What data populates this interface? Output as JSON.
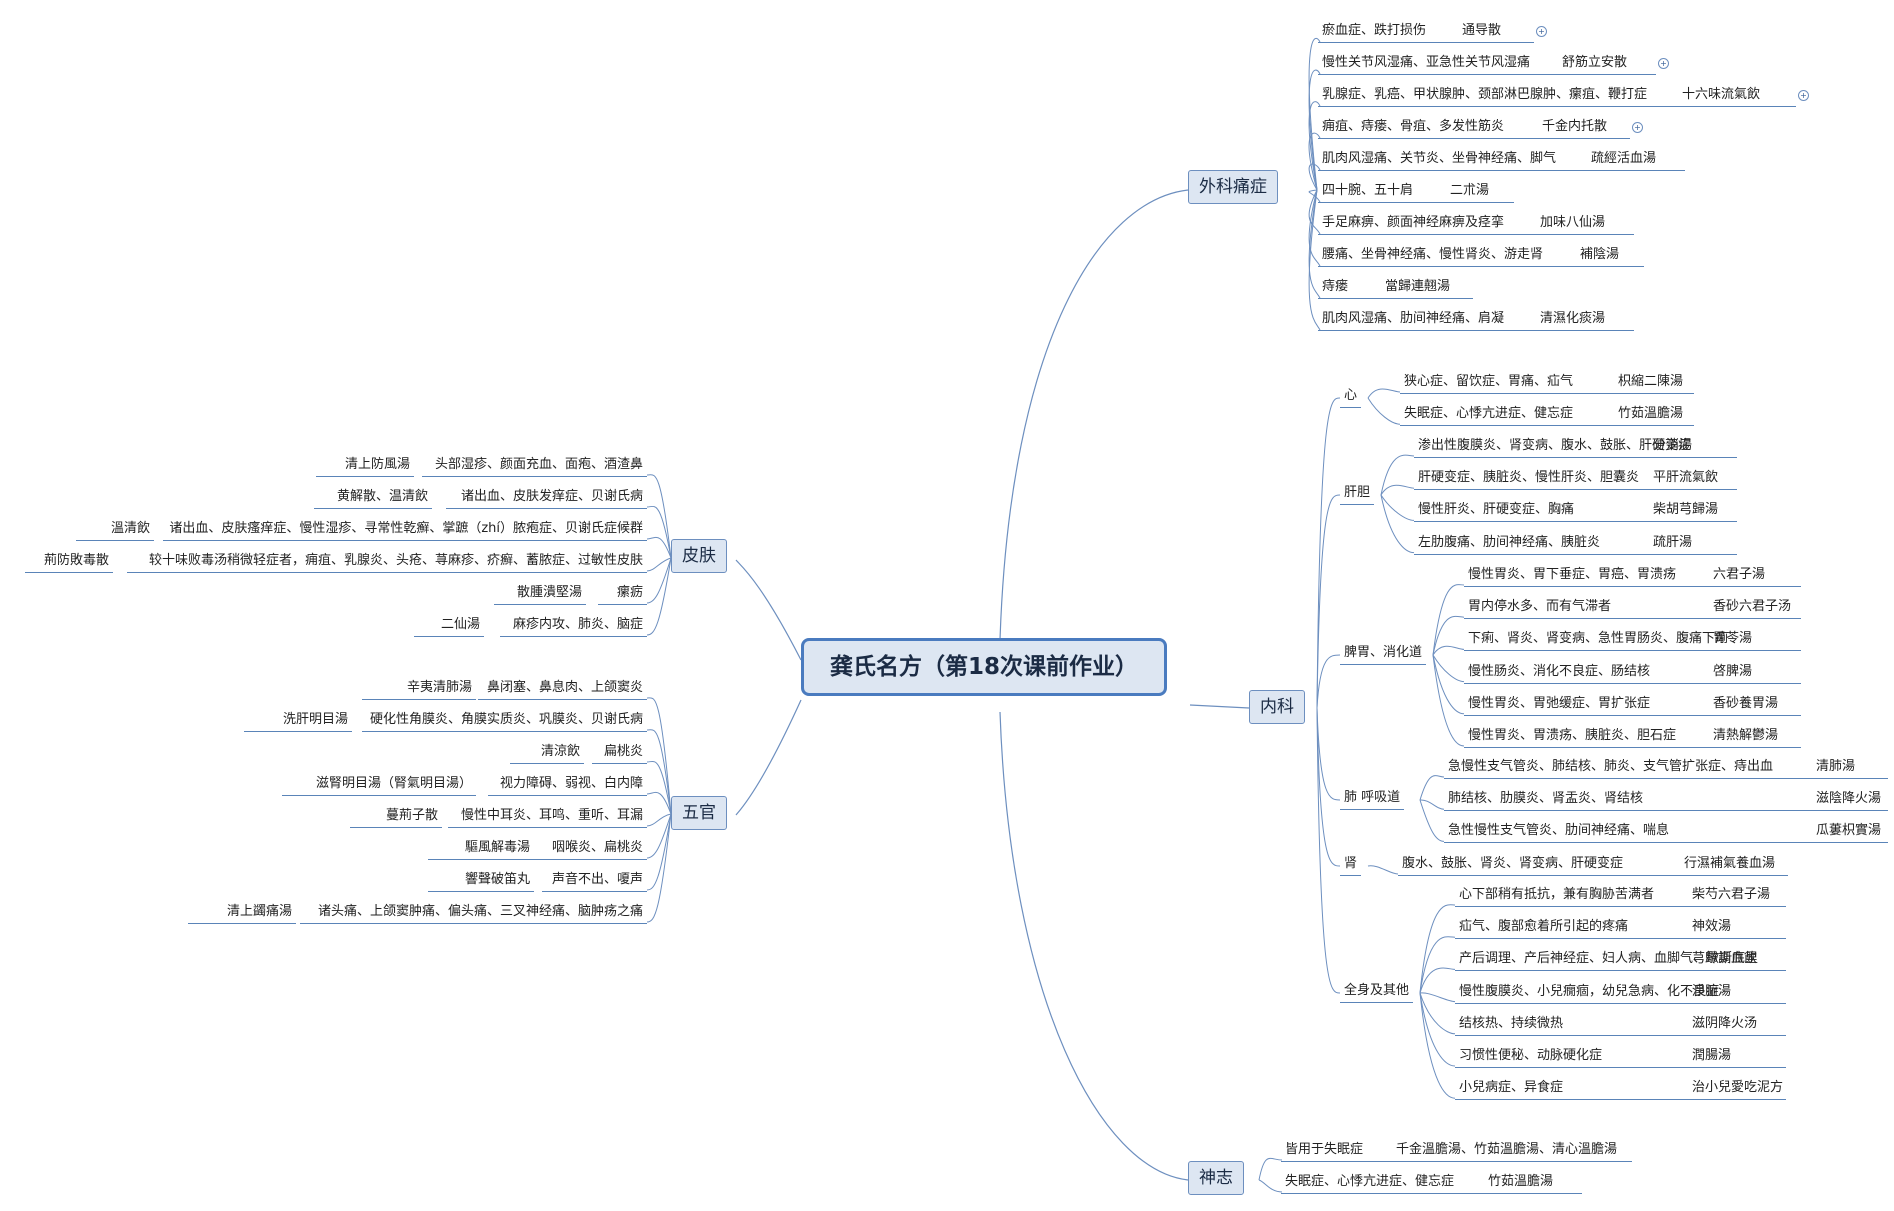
{
  "central_topic": "龚氏名方（第18次课前作业）",
  "colors": {
    "line": "#6d8fbf",
    "box_fill": "#dde6f2",
    "box_border": "#6d8fbf"
  },
  "branches": {
    "waike": {
      "label": "外科痛症",
      "items": [
        {
          "symptom": "瘀血症、跌打损伤",
          "formula": "通导散",
          "expand": true
        },
        {
          "symptom": "慢性关节风湿痛、亚急性关节风湿痛",
          "formula": "舒筋立安散",
          "expand": true
        },
        {
          "symptom": "乳腺症、乳癌、甲状腺肿、颈部淋巴腺肿、瘰疽、鞭打症",
          "formula": "十六味流氣飲",
          "expand": true
        },
        {
          "symptom": "痈疽、痔瘘、骨疽、多发性筋炎",
          "formula": "千金内托散",
          "expand": true
        },
        {
          "symptom": "肌肉风湿痛、关节炎、坐骨神经痛、脚气",
          "formula": "疏經活血湯"
        },
        {
          "symptom": "四十腕、五十肩",
          "formula": "二朮湯"
        },
        {
          "symptom": "手足麻痹、颜面神经麻痹及痉挛",
          "formula": "加味八仙湯"
        },
        {
          "symptom": "腰痛、坐骨神经痛、慢性肾炎、游走肾",
          "formula": "補陰湯"
        },
        {
          "symptom": "痔瘘",
          "formula": "當歸連翹湯"
        },
        {
          "symptom": "肌肉风湿痛、肋间神经痛、肩凝",
          "formula": "清濕化痰湯"
        }
      ]
    },
    "neike": {
      "label": "内科",
      "groups": [
        {
          "label": "心",
          "items": [
            {
              "symptom": "狭心症、留饮症、胃痛、疝气",
              "formula": "枳縮二陳湯"
            },
            {
              "symptom": "失眠症、心悸亢进症、健忘症",
              "formula": "竹茹溫膽湯"
            }
          ]
        },
        {
          "label": "肝胆",
          "items": [
            {
              "symptom": "渗出性腹膜炎、肾变病、腹水、鼓胀、肝硬变症",
              "formula": "分消湯"
            },
            {
              "symptom": "肝硬变症、胰脏炎、慢性肝炎、胆囊炎",
              "formula": "平肝流氣飲"
            },
            {
              "symptom": "慢性肝炎、肝硬变症、胸痛",
              "formula": "柴胡芎歸湯"
            },
            {
              "symptom": "左肋腹痛、肋间神经痛、胰脏炎",
              "formula": "疏肝湯"
            }
          ]
        },
        {
          "label": "脾胃、消化道",
          "items": [
            {
              "symptom": "慢性胃炎、胃下垂症、胃癌、胃溃疡",
              "formula": "六君子湯"
            },
            {
              "symptom": "胃内停水多、而有气滞者",
              "formula": "香砂六君子汤"
            },
            {
              "symptom": "下痢、肾炎、肾变病、急性胃肠炎、腹痛下痢",
              "formula": "胃苓湯"
            },
            {
              "symptom": "慢性肠炎、消化不良症、肠结核",
              "formula": "啓脾湯"
            },
            {
              "symptom": "慢性胃炎、胃弛缓症、胃扩张症",
              "formula": "香砂養胃湯"
            },
            {
              "symptom": "慢性胃炎、胃溃疡、胰脏炎、胆石症",
              "formula": "清熱解鬱湯"
            }
          ]
        },
        {
          "label": "肺 呼吸道",
          "items": [
            {
              "symptom": "急慢性支气管炎、肺结核、肺炎、支气管扩张症、痔出血",
              "formula": "清肺湯"
            },
            {
              "symptom": "肺结核、肋膜炎、肾盂炎、肾结核",
              "formula": "滋陰降火湯"
            },
            {
              "symptom": "急性慢性支气管炎、肋间神经痛、喘息",
              "formula": "瓜蔞枳實湯"
            }
          ]
        },
        {
          "label": "肾",
          "items": [
            {
              "symptom": "腹水、鼓胀、肾炎、肾变病、肝硬变症",
              "formula": "行濕補氣養血湯"
            }
          ]
        },
        {
          "label": "全身及其他",
          "items": [
            {
              "symptom": "心下部稍有抵抗，兼有胸胁苦满者",
              "formula": "柴芍六君子湯"
            },
            {
              "symptom": "疝气、腹部愈着所引起的疼痛",
              "formula": "神效湯"
            },
            {
              "symptom": "产后调理、产后神经症、妇人病、血脚气、歇斯底里",
              "formula": "芎歸調血飲"
            },
            {
              "symptom": "慢性腹膜炎、小兒癇痼，幼兒急病、化不良症",
              "formula": "淨腑湯"
            },
            {
              "symptom": "结核热、持续微热",
              "formula": "滋阴降火汤"
            },
            {
              "symptom": "习惯性便秘、动脉硬化症",
              "formula": "潤腸湯"
            },
            {
              "symptom": "小兒病症、异食症",
              "formula": "治小兒愛吃泥方"
            }
          ]
        }
      ]
    },
    "shenzhi": {
      "label": "神志",
      "items": [
        {
          "symptom": "皆用于失眠症",
          "formula": "千金溫膽湯、竹茹溫膽湯、清心溫膽湯"
        },
        {
          "symptom": "失眠症、心悸亢进症、健忘症",
          "formula": "竹茹溫膽湯"
        }
      ]
    },
    "pifu": {
      "label": "皮肤",
      "items": [
        {
          "symptom": "头部湿疹、颜面充血、面疱、酒渣鼻",
          "formula": "清上防風湯"
        },
        {
          "symptom": "诸出血、皮肤发痒症、贝谢氏病",
          "formula": "黄解散、温清飲"
        },
        {
          "symptom": "诸出血、皮肤瘙痒症、慢性湿疹、寻常性乾癬、掌蹠（zhí）脓疱症、贝谢氏症候群",
          "formula": "溫清飲"
        },
        {
          "symptom": "较十味败毒汤稍微轻症者，痈疽、乳腺炎、头疮、荨麻疹、疥癬、蓄脓症、过敏性皮肤",
          "formula": "荊防敗毒散"
        },
        {
          "symptom": "瘰疬",
          "formula": "散腫潰堅湯"
        },
        {
          "symptom": "麻疹内攻、肺炎、脑症",
          "formula": "二仙湯"
        }
      ]
    },
    "wuguan": {
      "label": "五官",
      "items": [
        {
          "symptom": "鼻闭塞、鼻息肉、上颌窦炎",
          "formula": "辛夷清肺湯"
        },
        {
          "symptom": "硬化性角膜炎、角膜实质炎、巩膜炎、贝谢氏病",
          "formula": "洗肝明目湯"
        },
        {
          "symptom": "扁桃炎",
          "formula": "清涼飲"
        },
        {
          "symptom": "视力障碍、弱视、白内障",
          "formula": "滋腎明目湯（腎氣明目湯）"
        },
        {
          "symptom": "慢性中耳炎、耳鸣、重听、耳漏",
          "formula": "蔓荊子散"
        },
        {
          "symptom": "咽喉炎、扁桃炎",
          "formula": "驅風解毒湯"
        },
        {
          "symptom": "声音不出、嗄声",
          "formula": "響聲破笛丸"
        },
        {
          "symptom": "诸头痛、上颌窦肿痛、偏头痛、三叉神经痛、脑肿疡之痛",
          "formula": "清上蠲痛湯"
        }
      ]
    }
  }
}
